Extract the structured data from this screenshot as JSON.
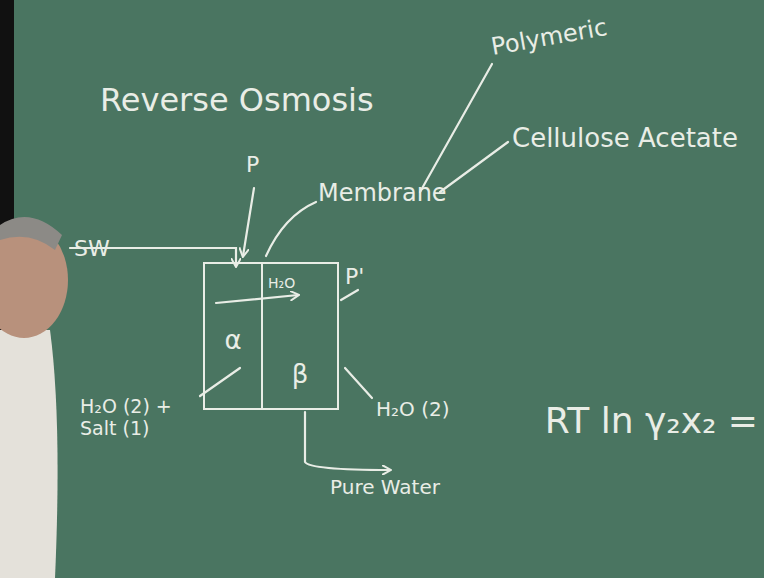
{
  "diagram": {
    "title": "Reverse Osmosis",
    "nodes": [
      {
        "text": [
          "α"
        ]
      },
      {
        "text": [
          "β"
        ]
      }
    ],
    "labels": [
      "Polymeric",
      "Cellulose Acetate",
      "Membrane",
      "SW",
      "P",
      "P'",
      "H₂O",
      "H₂O (2) + Salt (1)",
      "H₂O (2)",
      "Pure Water",
      "RT ln γ₂x₂ ="
    ]
  }
}
